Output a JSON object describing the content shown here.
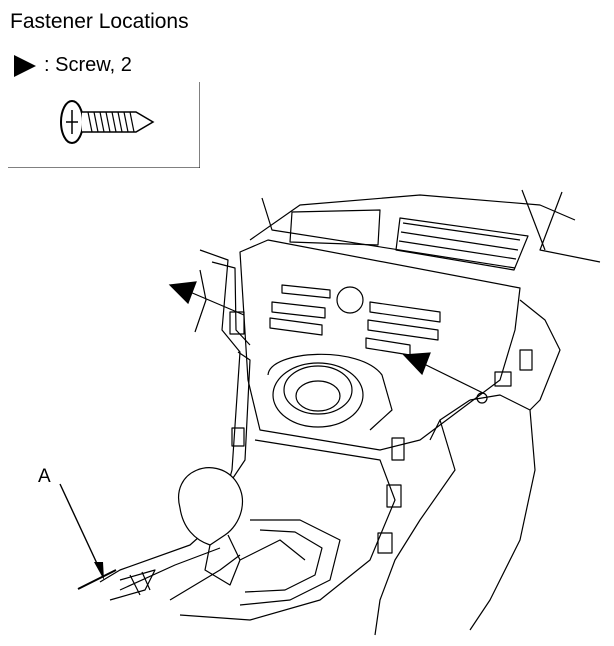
{
  "heading": "Fastener Locations",
  "legend": {
    "marker": "triangle-arrow",
    "label": ": Screw, 2"
  },
  "callouts": {
    "a": "A"
  }
}
